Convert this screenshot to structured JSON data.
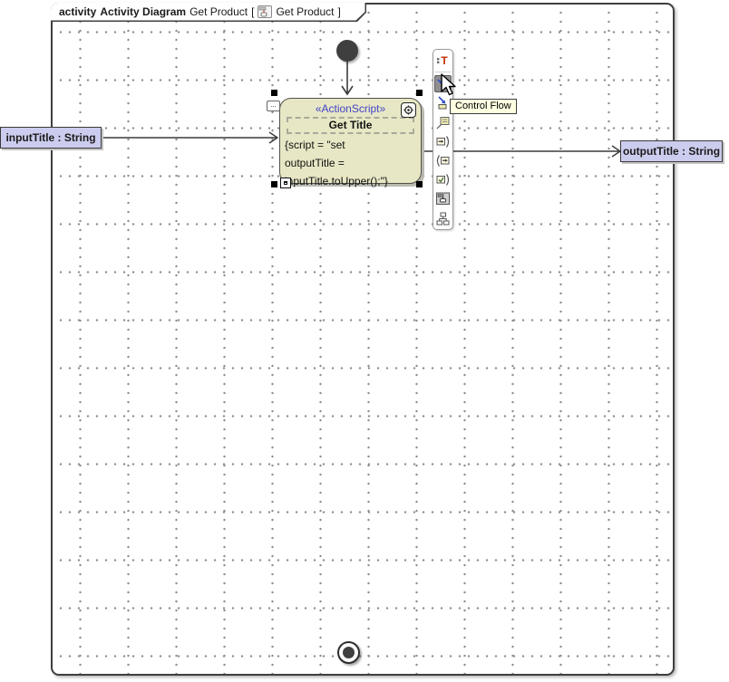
{
  "header": {
    "kind": "activity",
    "diagram_type": "Activity Diagram",
    "context_name": "Get Product",
    "bracket_open": "[",
    "diagram_name": "Get Product",
    "bracket_close": "]"
  },
  "nodes": {
    "input_parameter": {
      "label": "inputTitle : String"
    },
    "output_parameter": {
      "label": "outputTitle : String"
    },
    "action": {
      "stereotype": "«ActionScript»",
      "name": "Get Title",
      "script_line1": "{script = \"set",
      "script_line2": "outputTitle =",
      "script_line3": "inputTitle.toUpper();\"}",
      "more_button": "...",
      "initial_node": "initial node",
      "final_node": "activity final node"
    }
  },
  "toolbar": {
    "icons": [
      {
        "name": "edit-name"
      },
      {
        "name": "control-flow",
        "state": "hovered"
      },
      {
        "name": "object-flow"
      },
      {
        "name": "comment"
      },
      {
        "name": "input-pin"
      },
      {
        "name": "output-pin"
      },
      {
        "name": "value-pin"
      },
      {
        "name": "create-diagram"
      },
      {
        "name": "structured-node"
      }
    ]
  },
  "tooltip": {
    "text": "Control Flow"
  },
  "colors": {
    "action_fill": "#e7e7c5",
    "parameter_fill": "#ccccee",
    "stereotype_text": "#4343c8",
    "tooltip_bg": "#ffffe1",
    "toolbar_highlight": "#8f8f8f",
    "node_dark": "#3f3f3f"
  }
}
